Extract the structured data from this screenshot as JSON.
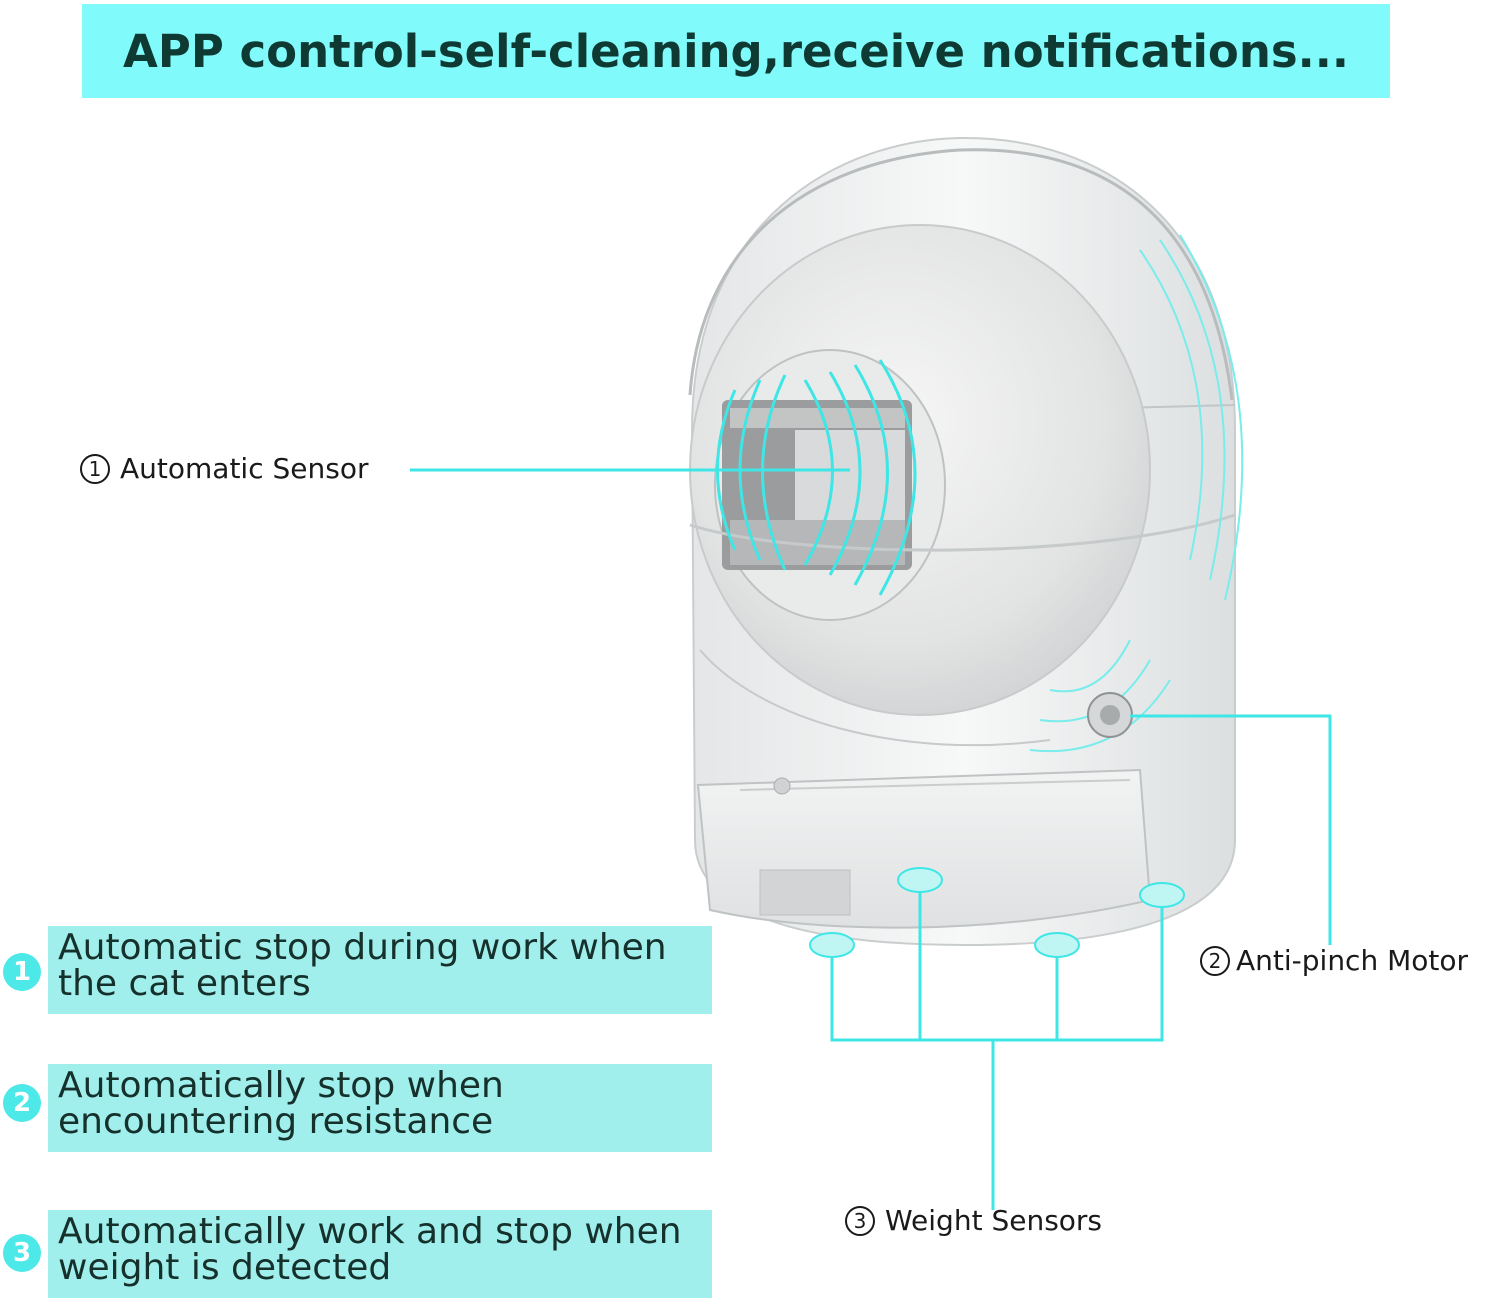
{
  "header": {
    "title": "APP control-self-cleaning,receive notifications..."
  },
  "callouts": {
    "sensor": {
      "number": "1",
      "label": "Automatic Sensor"
    },
    "motor": {
      "number": "2",
      "label": "Anti-pinch Motor"
    },
    "weight": {
      "number": "3",
      "label": "Weight Sensors"
    }
  },
  "features": [
    {
      "number": "1",
      "line1": "Automatic stop during work when",
      "line2": "the cat enters"
    },
    {
      "number": "2",
      "line1": "Automatically stop when",
      "line2": "encountering resistance"
    },
    {
      "number": "3",
      "line1": "Automatically work and stop when",
      "line2": "weight is detected"
    }
  ],
  "colors": {
    "banner": "#80fafa",
    "feature_box": "#a0efec",
    "badge": "#4de8e8",
    "accent_line": "#3ee6e6",
    "title_text": "#0f3a33"
  }
}
